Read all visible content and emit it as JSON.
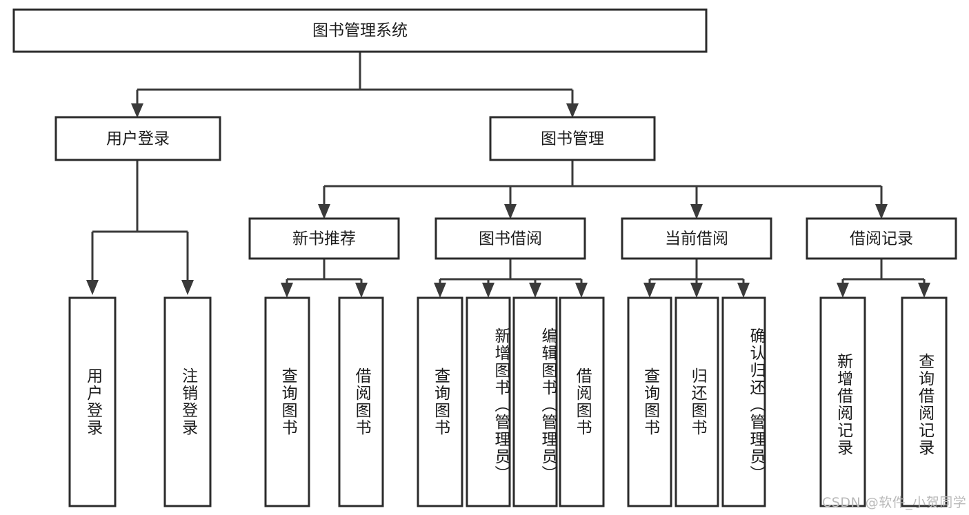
{
  "diagram": {
    "title": "图书管理系统",
    "watermark": "CSDN @软件_小贺同学",
    "root": {
      "label": "图书管理系统"
    },
    "level2": [
      {
        "label": "用户登录"
      },
      {
        "label": "图书管理"
      }
    ],
    "level3": [
      {
        "label": "新书推荐"
      },
      {
        "label": "图书借阅"
      },
      {
        "label": "当前借阅"
      },
      {
        "label": "借阅记录"
      }
    ],
    "leaves": {
      "user_login": [
        {
          "label": "用户登录"
        },
        {
          "label": "注销登录"
        }
      ],
      "new_book": [
        {
          "label": "查询图书"
        },
        {
          "label": "借阅图书"
        }
      ],
      "borrow_book": [
        {
          "label": "查询图书"
        },
        {
          "label": "新增图书（管理员）"
        },
        {
          "label": "编辑图书（管理员）"
        },
        {
          "label": "借阅图书"
        }
      ],
      "current_borrow": [
        {
          "label": "查询图书"
        },
        {
          "label": "归还图书"
        },
        {
          "label": "确认归还（管理员）"
        }
      ],
      "borrow_record": [
        {
          "label": "新增借阅记录"
        },
        {
          "label": "查询借阅记录"
        }
      ]
    }
  },
  "colors": {
    "box_stroke": "#2b2b2b",
    "connector": "#3a3a3a",
    "text": "#1b1b1b",
    "background": "#ffffff",
    "watermark": "#b9b9b9"
  }
}
